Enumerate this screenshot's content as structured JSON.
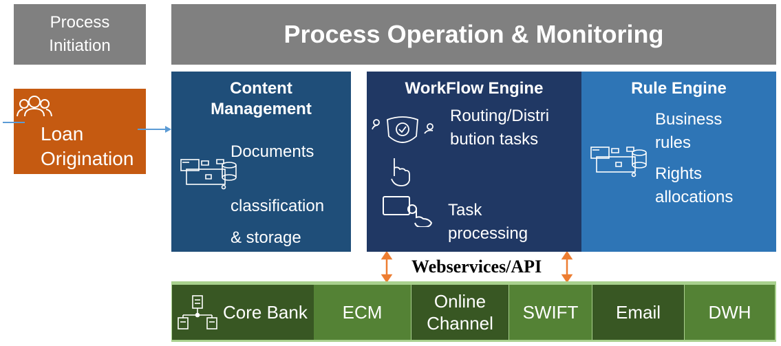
{
  "process_initiation": {
    "label_line1": "Process",
    "label_line2": "Initiation"
  },
  "operations_banner": {
    "title": "Process Operation & Monitoring"
  },
  "loan_origination": {
    "label_line1": "Loan",
    "label_line2": "Origination",
    "icon": "users-group-icon"
  },
  "content_management": {
    "title_line1": "Content",
    "title_line2": "Management",
    "item_documents": "Documents",
    "item_classification": "classification",
    "item_storage": "& storage",
    "icon": "database-flow-icon"
  },
  "workflow_engine": {
    "title": "WorkFlow Engine",
    "routing_line1": "Routing/Distri",
    "routing_line2": "bution tasks",
    "task_line1": "Task",
    "task_line2": "processing",
    "icons": [
      "shield-routing-icon",
      "hand-pointer-icon",
      "screen-touch-icon"
    ]
  },
  "rule_engine": {
    "title": "Rule Engine",
    "rules_line1": "Business",
    "rules_line2": "rules",
    "rights_line1": "Rights",
    "rights_line2": "allocations",
    "icon": "database-flow-icon"
  },
  "connector": {
    "label": "Webservices/API",
    "arrow_color": "#ed7d31"
  },
  "systems": [
    {
      "line1": "Core Bank",
      "line2": "",
      "icon": "server-network-icon"
    },
    {
      "line1": "ECM",
      "line2": ""
    },
    {
      "line1": "Online",
      "line2": "Channel"
    },
    {
      "line1": "SWIFT",
      "line2": ""
    },
    {
      "line1": "Email",
      "line2": ""
    },
    {
      "line1": "DWH",
      "line2": ""
    }
  ],
  "colors": {
    "grey": "#808080",
    "orange": "#c55a11",
    "content_blue": "#1f4e79",
    "workflow_navy": "#203864",
    "rule_blue": "#2e75b6",
    "green_dark": "#385723",
    "green_mid": "#548235",
    "green_light": "#a9d18e"
  }
}
